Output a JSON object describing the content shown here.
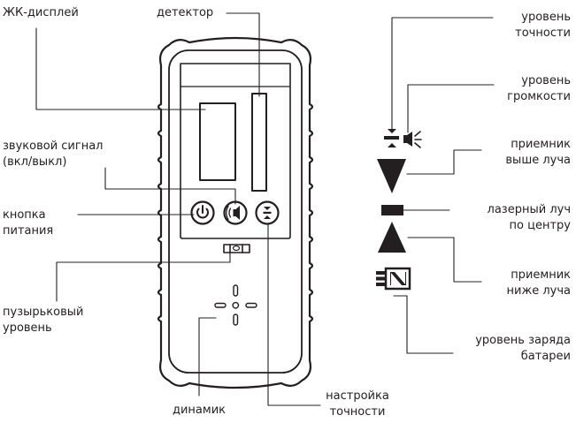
{
  "labels": {
    "lcd": "ЖК-дисплей",
    "detector": "детектор",
    "sound_1": "звуковой сигнал",
    "sound_2": "(вкл/выкл)",
    "power_1": "кнопка",
    "power_2": "питания",
    "bubble_1": "пузырьковый",
    "bubble_2": "уровень",
    "speaker": "динамик",
    "accuracy_set_1": "настройка",
    "accuracy_set_2": "точности",
    "acc_level_1": "уровень",
    "acc_level_2": "точности",
    "vol_level_1": "уровень",
    "vol_level_2": "громкости",
    "above_1": "приемник",
    "above_2": "выше луча",
    "center_1": "лазерный луч",
    "center_2": "по центру",
    "below_1": "приемник",
    "below_2": "ниже луча",
    "battery_1": "уровень заряда",
    "battery_2": "батареи"
  },
  "icons": {
    "power_button": "power-icon",
    "sound_button": "speaker-sound-icon",
    "accuracy_button": "accuracy-icon",
    "accuracy_indicator": "accuracy-level-icon",
    "volume_indicator": "volume-icon",
    "above_indicator": "down-arrow-icon",
    "center_indicator": "center-bar-icon",
    "below_indicator": "up-arrow-icon",
    "battery_indicator": "battery-icon"
  },
  "colors": {
    "ink": "#231f20",
    "background": "#ffffff"
  }
}
